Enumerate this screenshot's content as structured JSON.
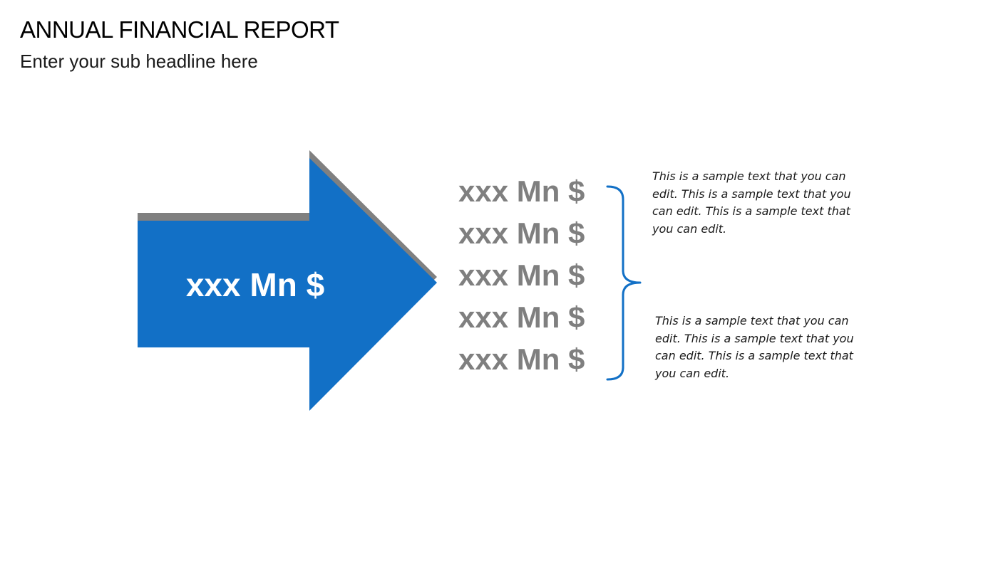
{
  "title": "ANNUAL FINANCIAL REPORT",
  "subtitle": "Enter your sub headline here",
  "arrow": {
    "label": "xxx Mn $",
    "fill_color": "#1270c6",
    "shadow_color": "#808080",
    "label_color": "#ffffff"
  },
  "values": {
    "color": "#7f7f7f",
    "items": [
      "xxx Mn $",
      "xxx Mn $",
      "xxx Mn $",
      "xxx Mn $",
      "xxx Mn $"
    ]
  },
  "brace": {
    "color": "#1270c6"
  },
  "notes": [
    "This is a sample text that you can edit. This is a sample text that you can edit. This is a sample text that you can edit.",
    "This is a sample text that you can edit. This is a sample text that you can edit. This is a sample text that you can edit."
  ]
}
